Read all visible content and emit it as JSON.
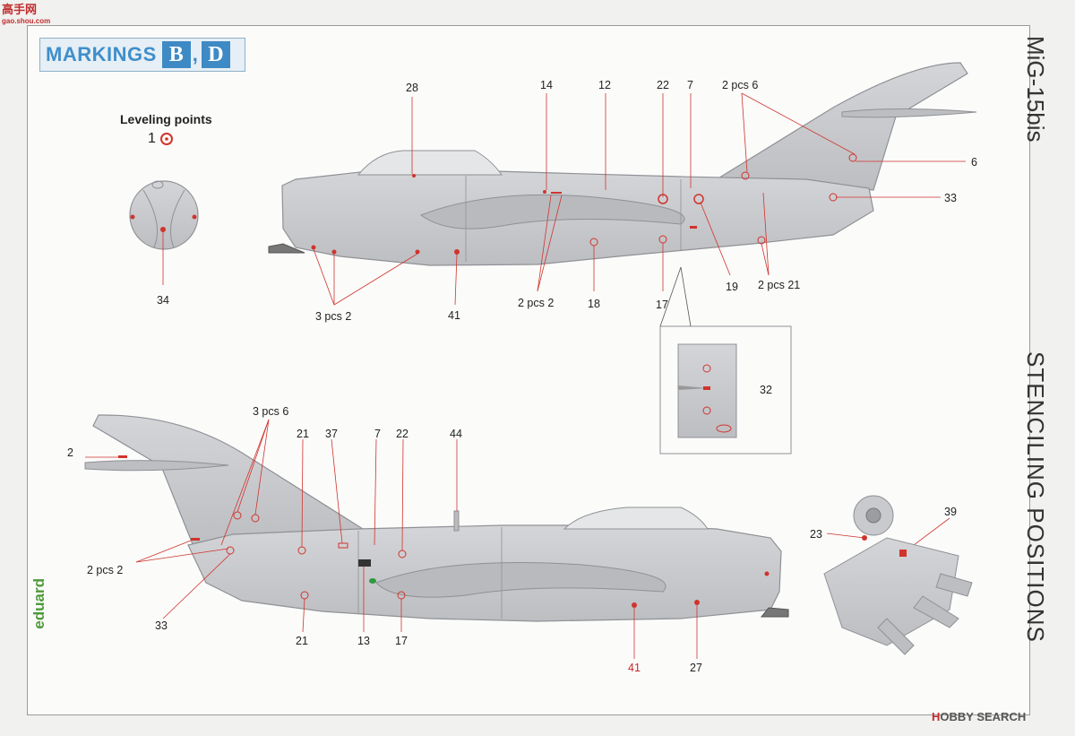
{
  "header": {
    "markings_label": "MARKINGS",
    "marking_b": "B",
    "separator": ",",
    "marking_d": "D"
  },
  "side_titles": {
    "model": "MiG-15bis",
    "subtitle": "STENCILING POSITIONS"
  },
  "leveling": {
    "title": "Leveling points",
    "number": "1"
  },
  "watermark": {
    "site_top": "高手网",
    "site_url": "gao.shou.com",
    "eduard": "eduard",
    "hobby_prefix": "H",
    "hobby_rest": "OBBY SEARCH"
  },
  "callouts_top": {
    "c28": "28",
    "c14": "14",
    "c12": "12",
    "c22": "22",
    "c7": "7",
    "c2pcs6": "2 pcs 6",
    "c6": "6",
    "c33": "33",
    "c34": "34",
    "c3pcs2": "3 pcs 2",
    "c41": "41",
    "c2pcs2": "2 pcs 2",
    "c18": "18",
    "c17": "17",
    "c19": "19",
    "c2pcs21": "2 pcs 21",
    "c32": "32"
  },
  "callouts_bottom": {
    "c3pcs6": "3 pcs 6",
    "c2": "2",
    "c21a": "21",
    "c37": "37",
    "c7": "7",
    "c22": "22",
    "c44": "44",
    "c2pcs2": "2 pcs 2",
    "c33": "33",
    "c21b": "21",
    "c13": "13",
    "c17": "17",
    "c41": "41",
    "c27": "27",
    "c23": "23",
    "c39": "39"
  },
  "colors": {
    "aircraft": "#c9cace",
    "aircraft_edge": "#8f9195",
    "stencil_red": "#d0342c",
    "brand_blue": "#3e8ac4"
  }
}
